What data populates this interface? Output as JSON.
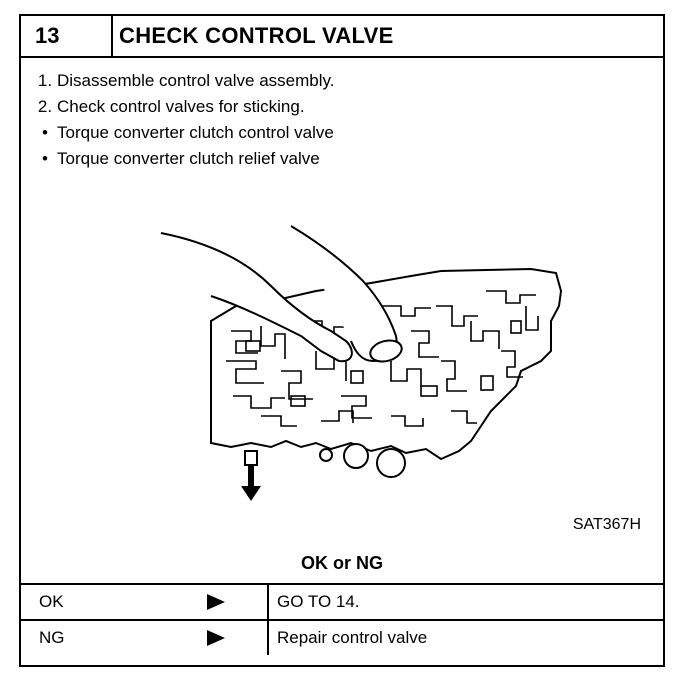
{
  "step": {
    "number": "13",
    "title": "CHECK CONTROL VALVE"
  },
  "instructions": [
    {
      "marker": "1.",
      "text": "Disassemble control valve assembly."
    },
    {
      "marker": "2.",
      "text": "Check control valves for sticking."
    },
    {
      "marker": "•",
      "text": "Torque converter clutch control valve"
    },
    {
      "marker": "•",
      "text": "Torque converter clutch relief valve"
    }
  ],
  "figure": {
    "label": "SAT367H",
    "icon": "control-valve-illustration"
  },
  "result": {
    "question": "OK or NG",
    "rows": [
      {
        "condition": "OK",
        "action": "GO TO 14."
      },
      {
        "condition": "NG",
        "action": "Repair control valve"
      }
    ]
  }
}
